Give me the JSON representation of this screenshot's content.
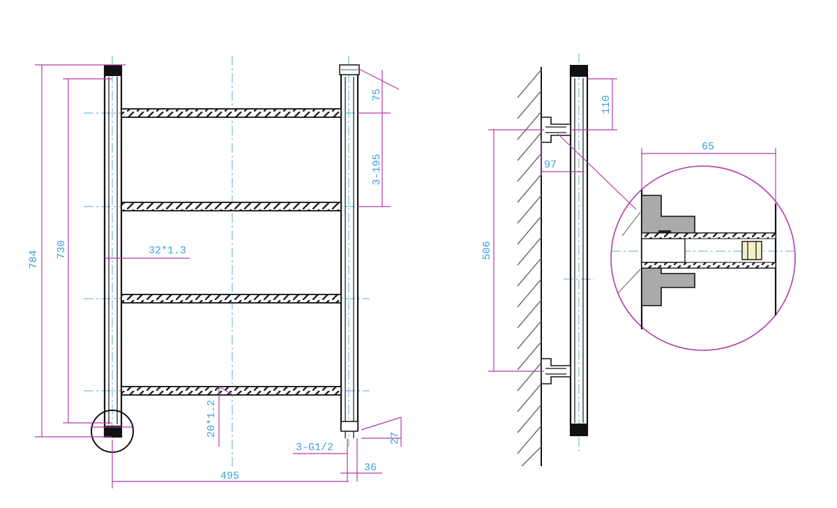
{
  "front_view": {
    "height_overall": "784",
    "height_centers": "730",
    "top_offset": "75",
    "bar_spacing": "3-195",
    "rail_tube": "32*1.3",
    "bar_tube": "20*1.2",
    "width": "495",
    "thread": "3-G1/2",
    "valve_width": "36",
    "valve_height": "27"
  },
  "side_view": {
    "top_offset": "110",
    "bracket_spacing": "506",
    "projection": "97"
  },
  "detail_view": {
    "depth": "65"
  },
  "colors": {
    "dimension": "#b03aa8",
    "text": "#3aa0d8",
    "center": "#5aa8d8",
    "body": "#111111"
  }
}
